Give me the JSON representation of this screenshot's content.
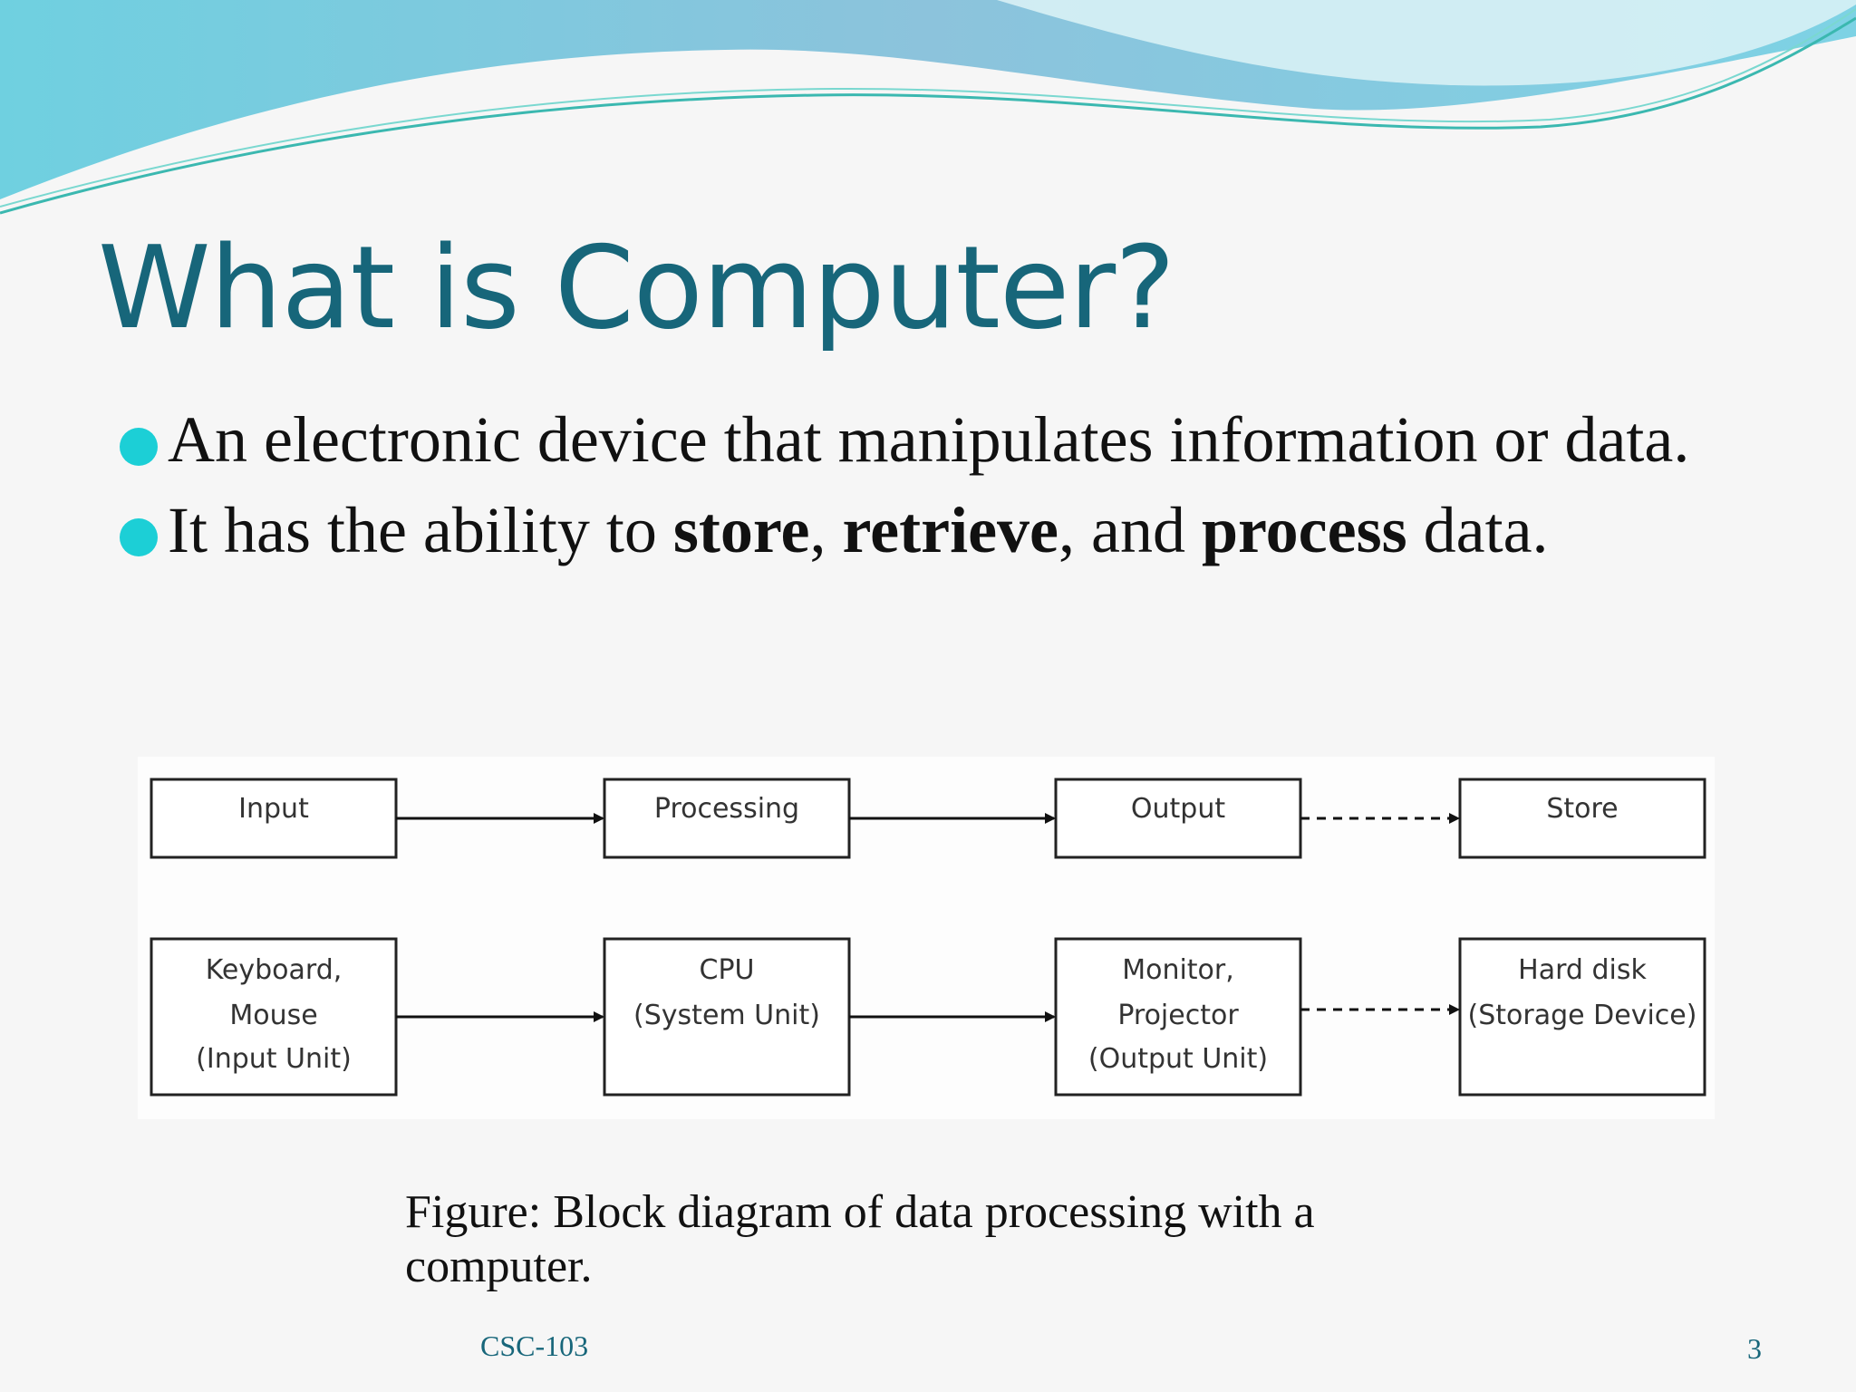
{
  "slide": {
    "title": "What is Computer?",
    "bullets": [
      {
        "parts": [
          {
            "text": "An electronic device that manipulates information or data.",
            "bold": false
          }
        ]
      },
      {
        "parts": [
          {
            "text": "It has the ability to ",
            "bold": false
          },
          {
            "text": "store",
            "bold": true
          },
          {
            "text": ", ",
            "bold": false
          },
          {
            "text": "retrieve",
            "bold": true
          },
          {
            "text": ", and ",
            "bold": false
          },
          {
            "text": "process",
            "bold": true
          },
          {
            "text": " data.",
            "bold": false
          }
        ]
      }
    ],
    "caption": "Figure: Block diagram of data processing with a computer.",
    "footer_left": "CSC-103",
    "page_number": "3"
  },
  "diagram": {
    "top_row": [
      "Input",
      "Processing",
      "Output",
      "Store"
    ],
    "bottom_row": [
      [
        "Keyboard,",
        "Mouse",
        "(Input Unit)"
      ],
      [
        "CPU",
        "(System Unit)"
      ],
      [
        "Monitor,",
        "Projector",
        "(Output Unit)"
      ],
      [
        "Hard disk",
        "(Storage Device)"
      ]
    ]
  },
  "colors": {
    "title": "#17667a",
    "bullet": "#1ccfd6",
    "wave": "#7cc8dc"
  }
}
